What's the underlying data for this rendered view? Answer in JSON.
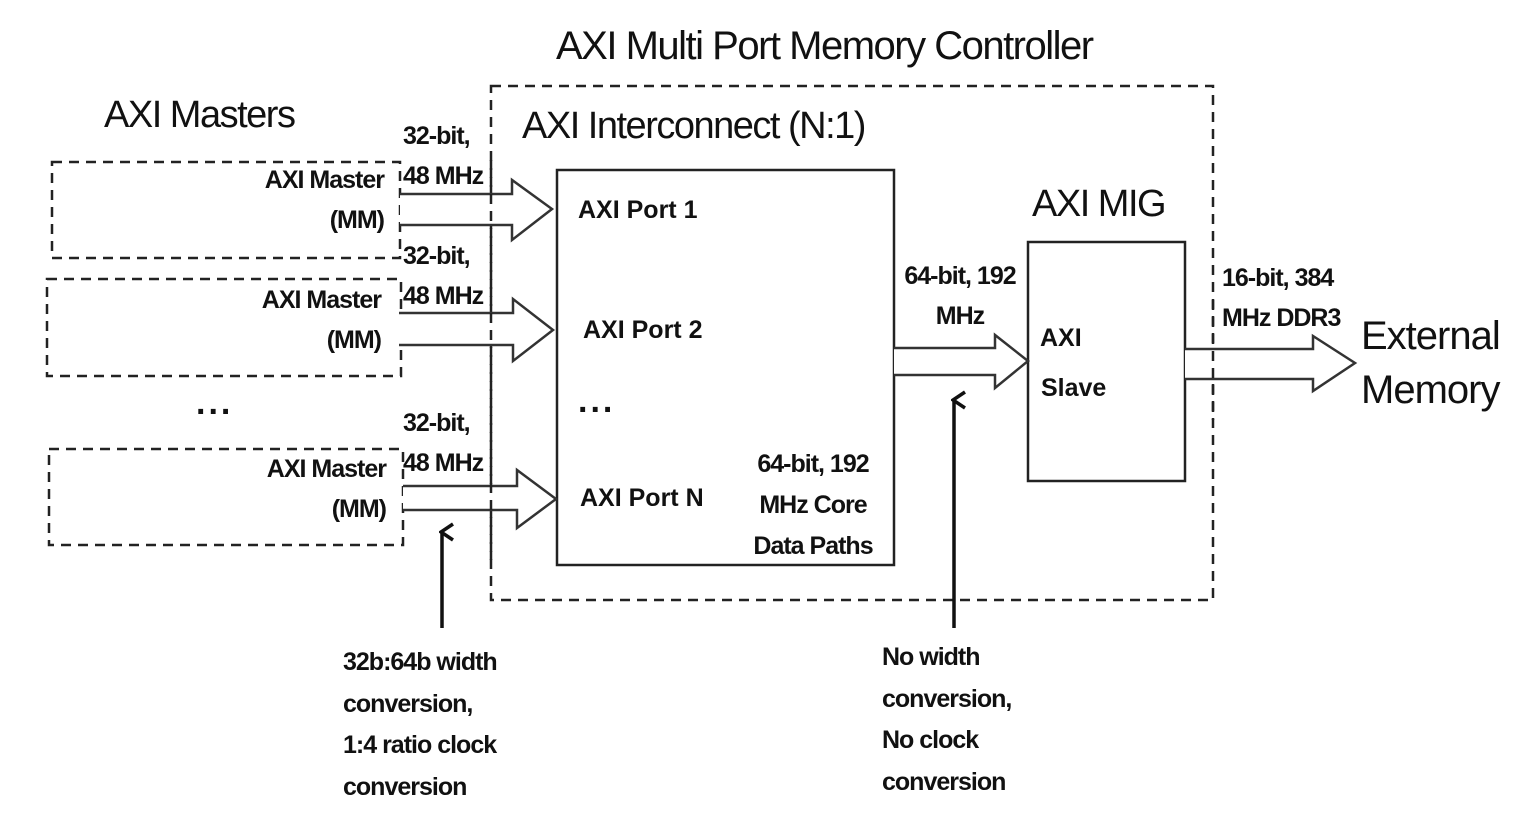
{
  "diagram": {
    "title": "AXI Multi Port Memory Controller",
    "masters_group": {
      "heading": "AXI Masters",
      "masters": [
        {
          "line1": "AXI Master",
          "line2": "(MM)"
        },
        {
          "line1": "AXI Master",
          "line2": "(MM)"
        },
        {
          "line1": "AXI Master",
          "line2": "(MM)"
        }
      ],
      "ellipsis": "..."
    },
    "master_links": [
      {
        "line1": "32-bit,",
        "line2": "48 MHz"
      },
      {
        "line1": "32-bit,",
        "line2": "48 MHz"
      },
      {
        "line1": "32-bit,",
        "line2": "48 MHz"
      }
    ],
    "interconnect": {
      "heading": "AXI Interconnect (N:1)",
      "ports": [
        "AXI Port 1",
        "AXI Port 2",
        "AXI Port N"
      ],
      "ellipsis": "...",
      "core_note": [
        "64-bit, 192",
        "MHz Core",
        "Data Paths"
      ]
    },
    "core_link": {
      "line1": "64-bit, 192",
      "line2": "MHz"
    },
    "mig": {
      "heading": "AXI MIG",
      "slave_line1": "AXI",
      "slave_line2": "Slave"
    },
    "ddr_link": {
      "line1": "16-bit, 384",
      "line2": "MHz DDR3"
    },
    "external_memory": {
      "line1": "External",
      "line2": "Memory"
    },
    "annotations": {
      "left": [
        "32b:64b width",
        "conversion,",
        "1:4 ratio clock",
        "conversion"
      ],
      "right": [
        "No width",
        "conversion,",
        "No clock",
        "conversion"
      ]
    },
    "colors": {
      "stroke": "#1a1a1a",
      "background": "#ffffff"
    }
  }
}
